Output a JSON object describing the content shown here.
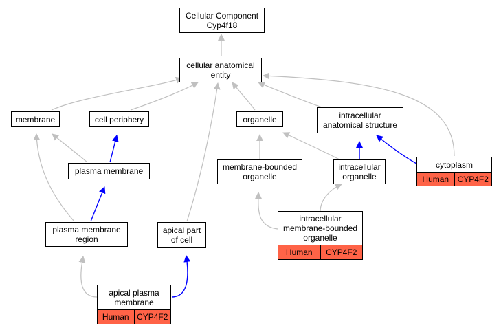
{
  "colors": {
    "is_a_edge": "#c0c0c0",
    "part_of_edge": "#0000ff",
    "annotation": "#ff6347"
  },
  "nodes": {
    "root": {
      "line1": "Cellular Component",
      "line2": "Cyp4f18"
    },
    "cae": {
      "line1": "cellular anatomical",
      "line2": "entity"
    },
    "membrane": {
      "line1": "membrane"
    },
    "cell_periphery": {
      "line1": "cell periphery"
    },
    "organelle": {
      "line1": "organelle"
    },
    "ias": {
      "line1": "intracellular",
      "line2": "anatomical structure"
    },
    "plasma_membrane": {
      "line1": "plasma membrane"
    },
    "mbo": {
      "line1": "membrane-bounded",
      "line2": "organelle"
    },
    "intra_org": {
      "line1": "intracellular",
      "line2": "organelle"
    },
    "cytoplasm": {
      "line1": "cytoplasm",
      "species": "Human",
      "gene": "CYP4F2"
    },
    "pmr": {
      "line1": "plasma membrane",
      "line2": "region"
    },
    "apical_part": {
      "line1": "apical part",
      "line2": "of cell"
    },
    "imbo": {
      "line1": "intracellular",
      "line2": "membrane-bounded",
      "line3": "organelle",
      "species": "Human",
      "gene": "CYP4F2"
    },
    "apm": {
      "line1": "apical plasma",
      "line2": "membrane",
      "species": "Human",
      "gene": "CYP4F2"
    }
  }
}
